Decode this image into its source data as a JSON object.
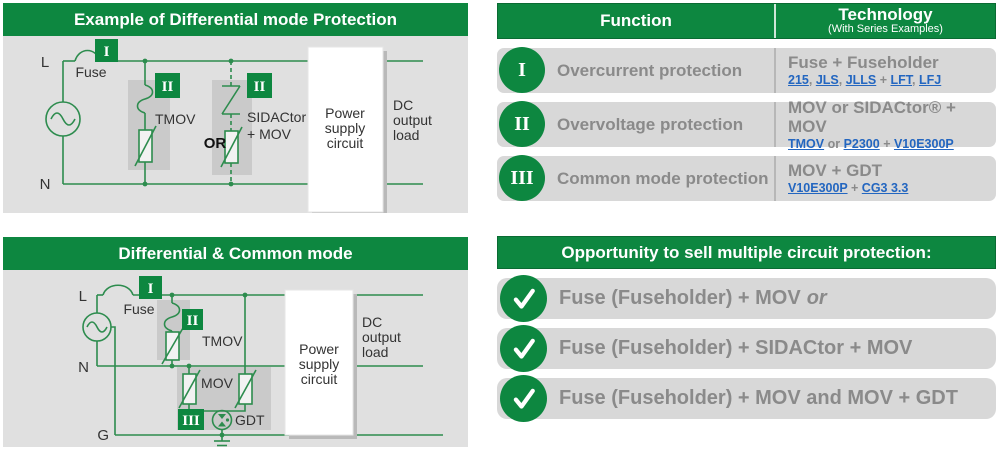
{
  "colors": {
    "brand_green": "#0d8740",
    "circuit_green": "#2d8c4e",
    "panel_gray": "#e0e0e0",
    "row_gray": "#d8d8d8",
    "muted_text": "#8a8a8a",
    "link_blue": "#2366c0"
  },
  "icons": {
    "check": "check-icon",
    "ac_source": "ac-source-icon",
    "ground": "ground-icon"
  },
  "panels": {
    "diff": {
      "title": "Example of Differential mode Protection",
      "badge_i": "I",
      "badge_ii_left": "II",
      "badge_ii_right": "II",
      "labels": {
        "line_l": "L",
        "line_n": "N",
        "fuse": "Fuse",
        "tmov": "TMOV",
        "or": "OR",
        "sidactor_1": "SIDACtor",
        "sidactor_2": "+ MOV",
        "power_1": "Power",
        "power_2": "supply",
        "power_3": "circuit",
        "dc_1": "DC",
        "dc_2": "output",
        "dc_3": "load"
      }
    },
    "common": {
      "title": "Differential & Common mode",
      "badge_i": "I",
      "badge_ii": "II",
      "badge_iii": "III",
      "labels": {
        "line_l": "L",
        "line_n": "N",
        "line_g": "G",
        "fuse": "Fuse",
        "tmov": "TMOV",
        "mov": "MOV",
        "gdt": "GDT",
        "power_1": "Power",
        "power_2": "supply",
        "power_3": "circuit",
        "dc_1": "DC",
        "dc_2": "output",
        "dc_3": "load"
      }
    }
  },
  "table": {
    "header_function": "Function",
    "header_technology": "Technology",
    "header_technology_sub": "(With Series Examples)",
    "rows": [
      {
        "numeral": "I",
        "function": "Overcurrent protection",
        "tech_title": "Fuse + Fuseholder",
        "links": [
          {
            "text": "215"
          },
          {
            "text": ", "
          },
          {
            "text": "JLS"
          },
          {
            "text": ", "
          },
          {
            "text": "JLLS"
          },
          {
            "text": " + "
          },
          {
            "text": "LFT"
          },
          {
            "text": ", "
          },
          {
            "text": "LFJ"
          }
        ]
      },
      {
        "numeral": "II",
        "function": "Overvoltage protection",
        "tech_title": "MOV or SIDACtor® + MOV",
        "links": [
          {
            "text": "TMOV"
          },
          {
            "text": " or "
          },
          {
            "text": "P2300"
          },
          {
            "text": " + "
          },
          {
            "text": "V10E300P"
          }
        ]
      },
      {
        "numeral": "III",
        "function": "Common mode protection",
        "tech_title": "MOV + GDT",
        "links": [
          {
            "text": "V10E300P"
          },
          {
            "text": " + "
          },
          {
            "text": "CG3 3.3"
          }
        ]
      }
    ]
  },
  "opportunity": {
    "title": "Opportunity to sell multiple circuit protection:",
    "items": [
      {
        "text": "Fuse (Fuseholder) + MOV",
        "suffix": "or"
      },
      {
        "text": "Fuse (Fuseholder) + SIDACtor + MOV",
        "suffix": ""
      },
      {
        "text": "Fuse (Fuseholder) + MOV and MOV + GDT",
        "suffix": ""
      }
    ]
  }
}
